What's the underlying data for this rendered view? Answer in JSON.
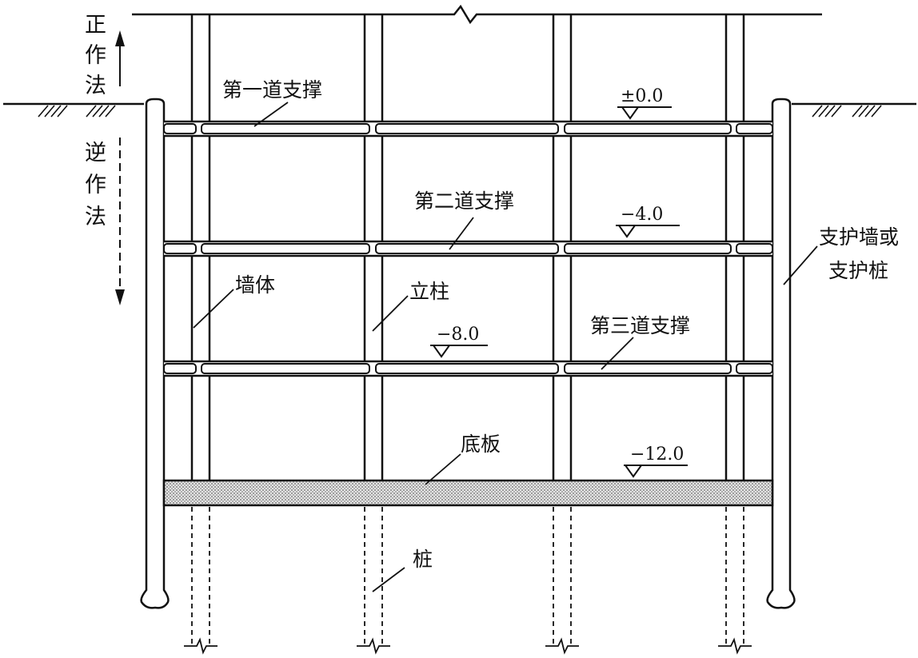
{
  "method_labels": {
    "top_down": [
      "正",
      "作",
      "法"
    ],
    "bottom_up": [
      "逆",
      "作",
      "法"
    ]
  },
  "labels": {
    "strut_1": "第一道支撑",
    "strut_2": "第二道支撑",
    "strut_3": "第三道支撑",
    "wall": "墙体",
    "column": "立柱",
    "retaining_wall_line1": "支护墙或",
    "retaining_wall_line2": "支护桩",
    "base_slab": "底板",
    "pile": "桩"
  },
  "elevations": {
    "strut_1": "±0.0",
    "strut_2": "−4.0",
    "strut_3": "−8.0",
    "base_slab": "−12.0"
  },
  "colors": {
    "line": "#111111",
    "slab_fill": "#c8c8c8",
    "background": "#ffffff"
  }
}
